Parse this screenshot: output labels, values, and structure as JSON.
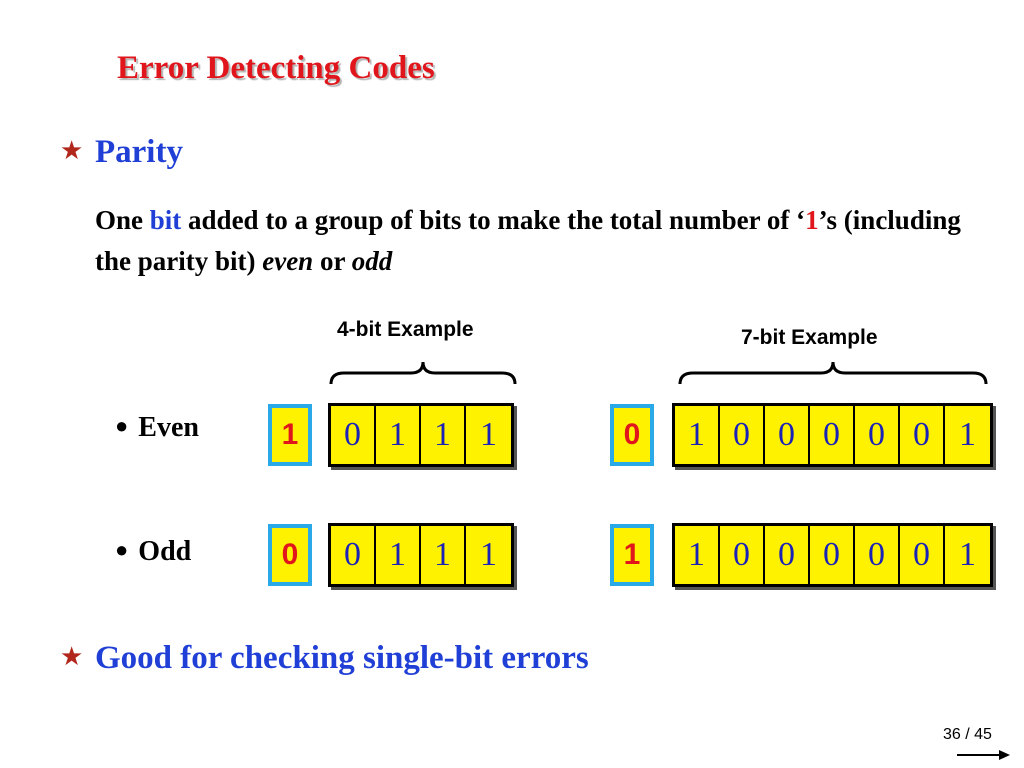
{
  "slide": {
    "title": "Error Detecting Codes",
    "bullet1": "Parity",
    "desc": {
      "one": "One ",
      "bit": "bit",
      "mid": " added to a group of bits to make the total number of ‘",
      "one_digit": "1",
      "after": "’s (including the parity bit) ",
      "even": "even",
      "or": " or ",
      "odd": "odd"
    },
    "four_bit_label": "4-bit Example",
    "seven_bit_label": "7-bit Example",
    "even_label": "Even",
    "odd_label": "Odd",
    "even_4_parity": "1",
    "even_4_bits": [
      "0",
      "1",
      "1",
      "1"
    ],
    "even_7_parity": "0",
    "even_7_bits": [
      "1",
      "0",
      "0",
      "0",
      "0",
      "0",
      "1"
    ],
    "odd_4_parity": "0",
    "odd_4_bits": [
      "0",
      "1",
      "1",
      "1"
    ],
    "odd_7_parity": "1",
    "odd_7_bits": [
      "1",
      "0",
      "0",
      "0",
      "0",
      "0",
      "1"
    ],
    "bullet2": "Good for checking single-bit errors",
    "page_number": "36 / 45"
  }
}
